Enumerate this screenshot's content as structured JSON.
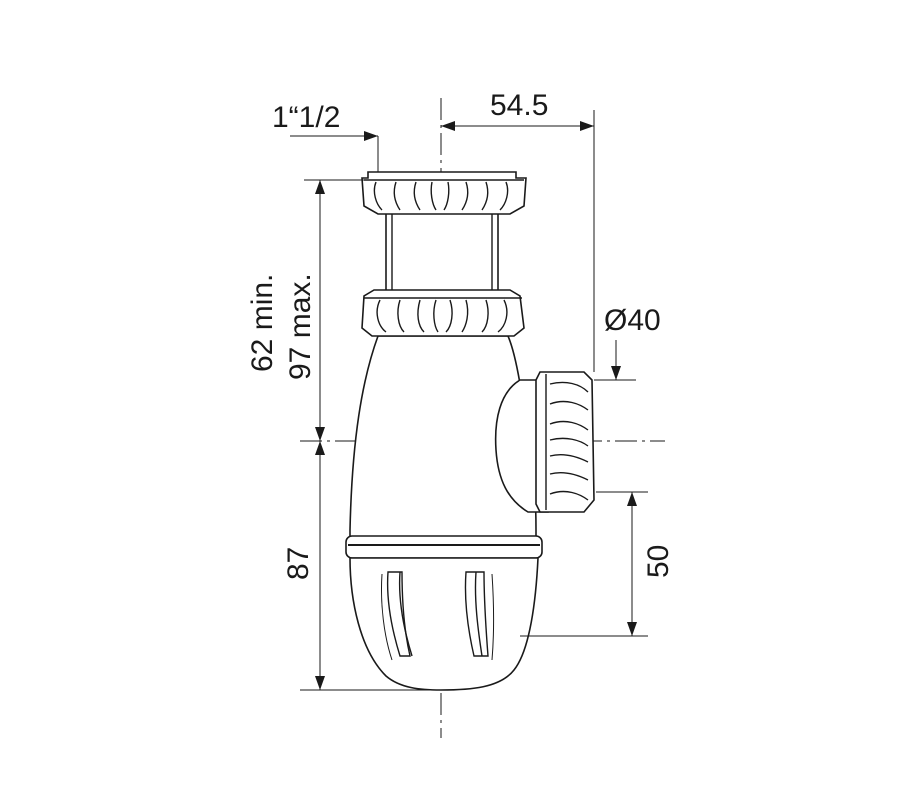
{
  "drawing": {
    "dimensions": {
      "thread": "1“1/2",
      "outlet_offset": "54.5",
      "outlet_diameter": "Ø40",
      "height_min": "62 min.",
      "height_max": "97 max.",
      "lower_height": "87",
      "outlet_height": "50"
    }
  }
}
